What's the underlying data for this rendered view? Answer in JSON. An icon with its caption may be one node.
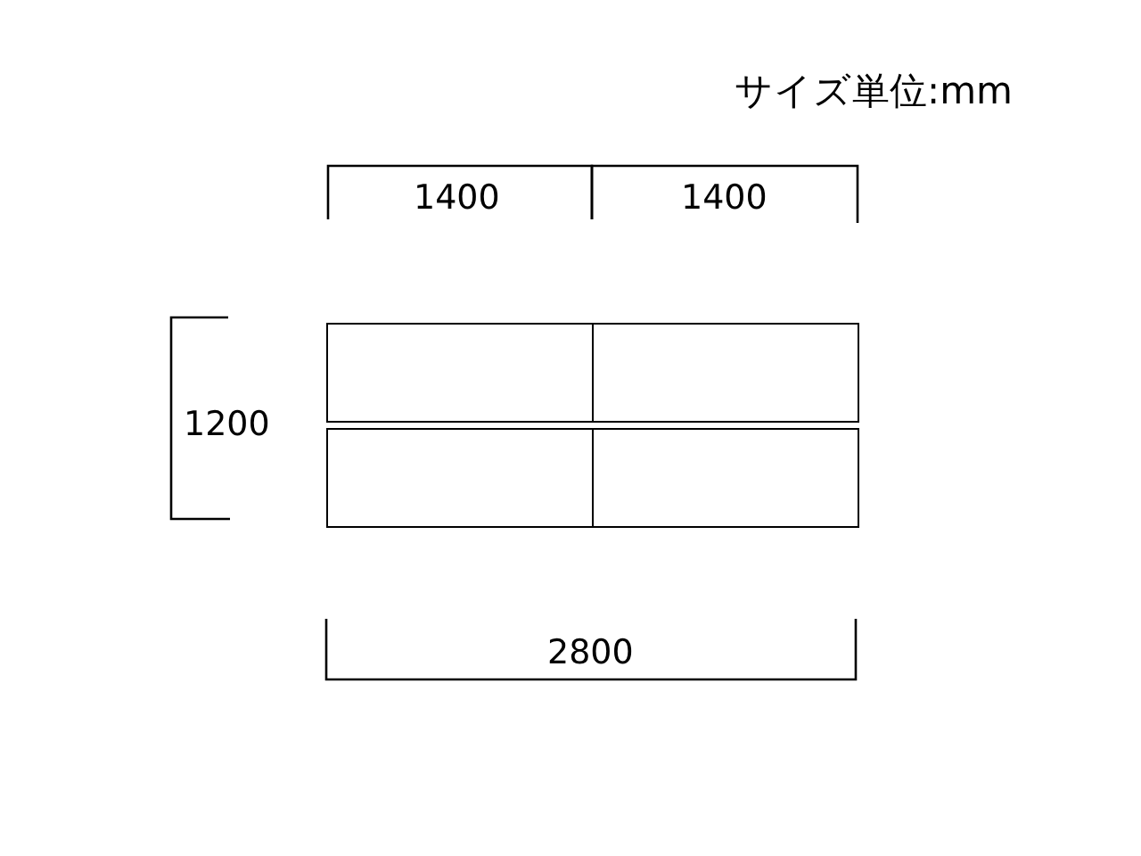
{
  "diagram": {
    "nodes": [
      {
        "text": [],
        "shape": "box"
      },
      {
        "text": [],
        "shape": "box"
      },
      {
        "text": [],
        "shape": "box"
      },
      {
        "text": [],
        "shape": "box"
      }
    ],
    "labels": [
      "サイズ単位:mm",
      "1400",
      "1400",
      "1200",
      "2800"
    ]
  }
}
